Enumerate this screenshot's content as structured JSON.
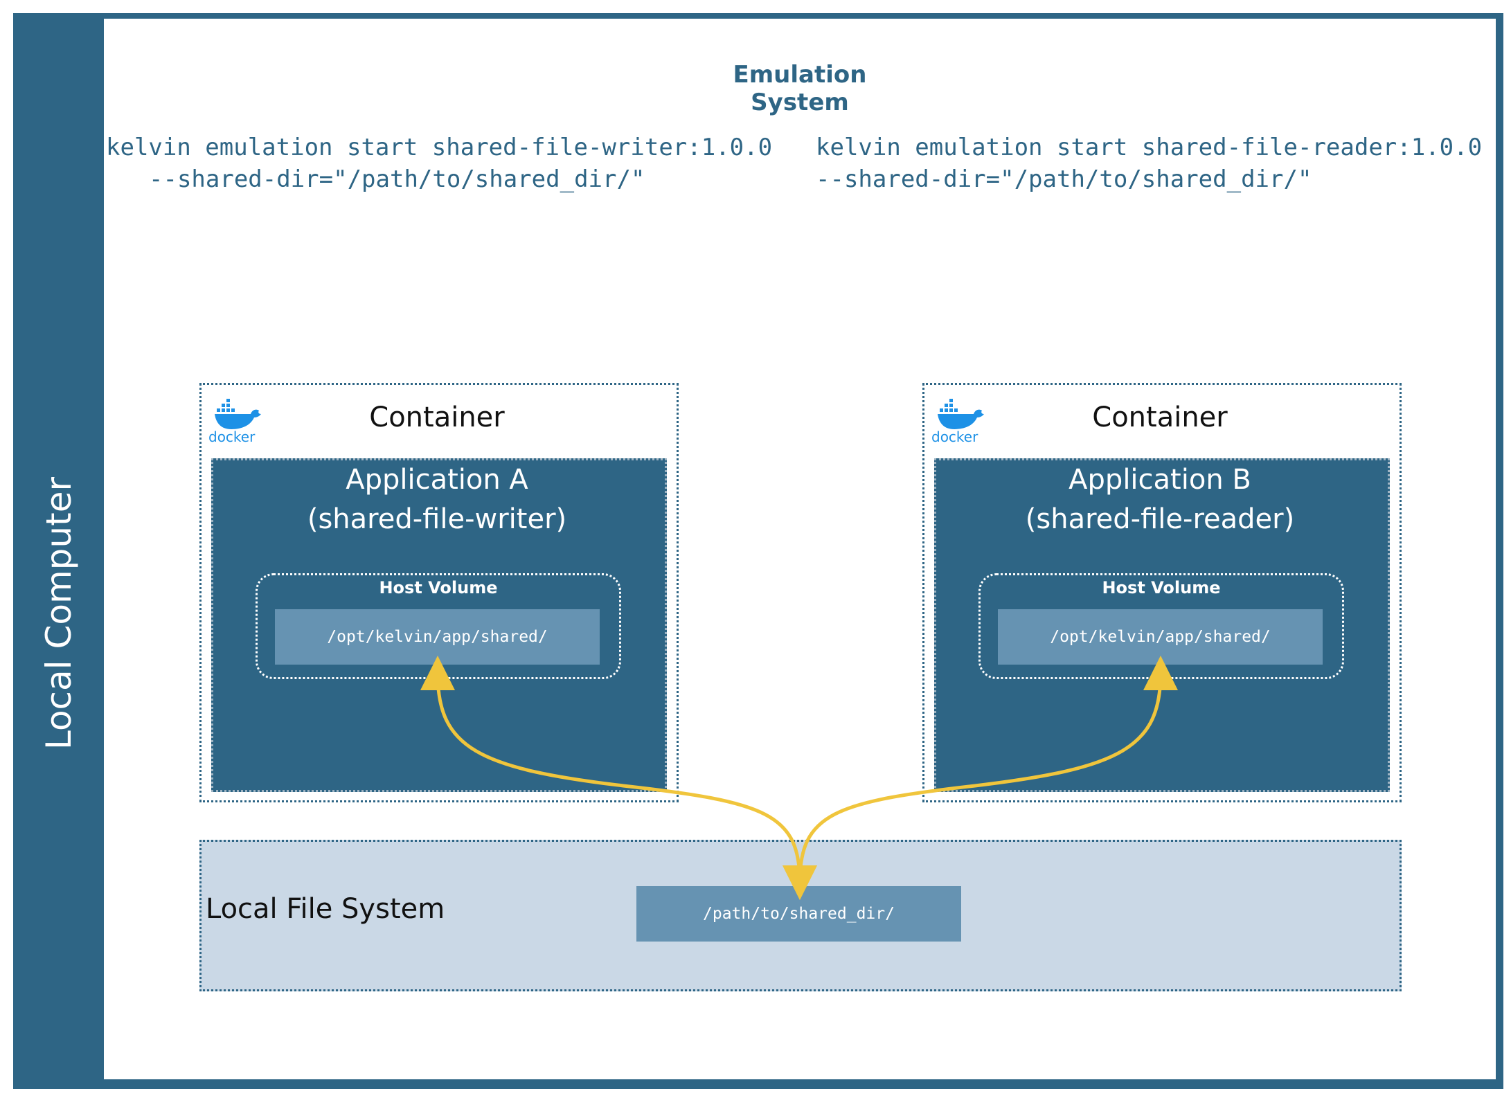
{
  "outer": {
    "label": "Local Computer"
  },
  "title": "Emulation System",
  "commands": {
    "writer": {
      "line1": "kelvin emulation start shared-file-writer:1.0.0",
      "line2": "--shared-dir=\"/path/to/shared_dir/\""
    },
    "reader": {
      "line1": "kelvin emulation start shared-file-reader:1.0.0",
      "line2": "--shared-dir=\"/path/to/shared_dir/\""
    }
  },
  "containers": [
    {
      "label": "Container",
      "logo_text": "docker",
      "app_title": "Application A",
      "app_subtitle": "(shared-file-writer)",
      "volume_label": "Host Volume",
      "volume_path": "/opt/kelvin/app/shared/"
    },
    {
      "label": "Container",
      "logo_text": "docker",
      "app_title": "Application B",
      "app_subtitle": "(shared-file-reader)",
      "volume_label": "Host Volume",
      "volume_path": "/opt/kelvin/app/shared/"
    }
  ],
  "file_system": {
    "label": "Local File System",
    "path": "/path/to/shared_dir/"
  },
  "colors": {
    "frame": "#2e6585",
    "path_box": "#6693b2",
    "file_system_bg": "#cad8e6",
    "arrow": "#f0c53c",
    "docker": "#1d91e6"
  },
  "icons": {
    "docker_logo": "docker-whale-icon"
  }
}
